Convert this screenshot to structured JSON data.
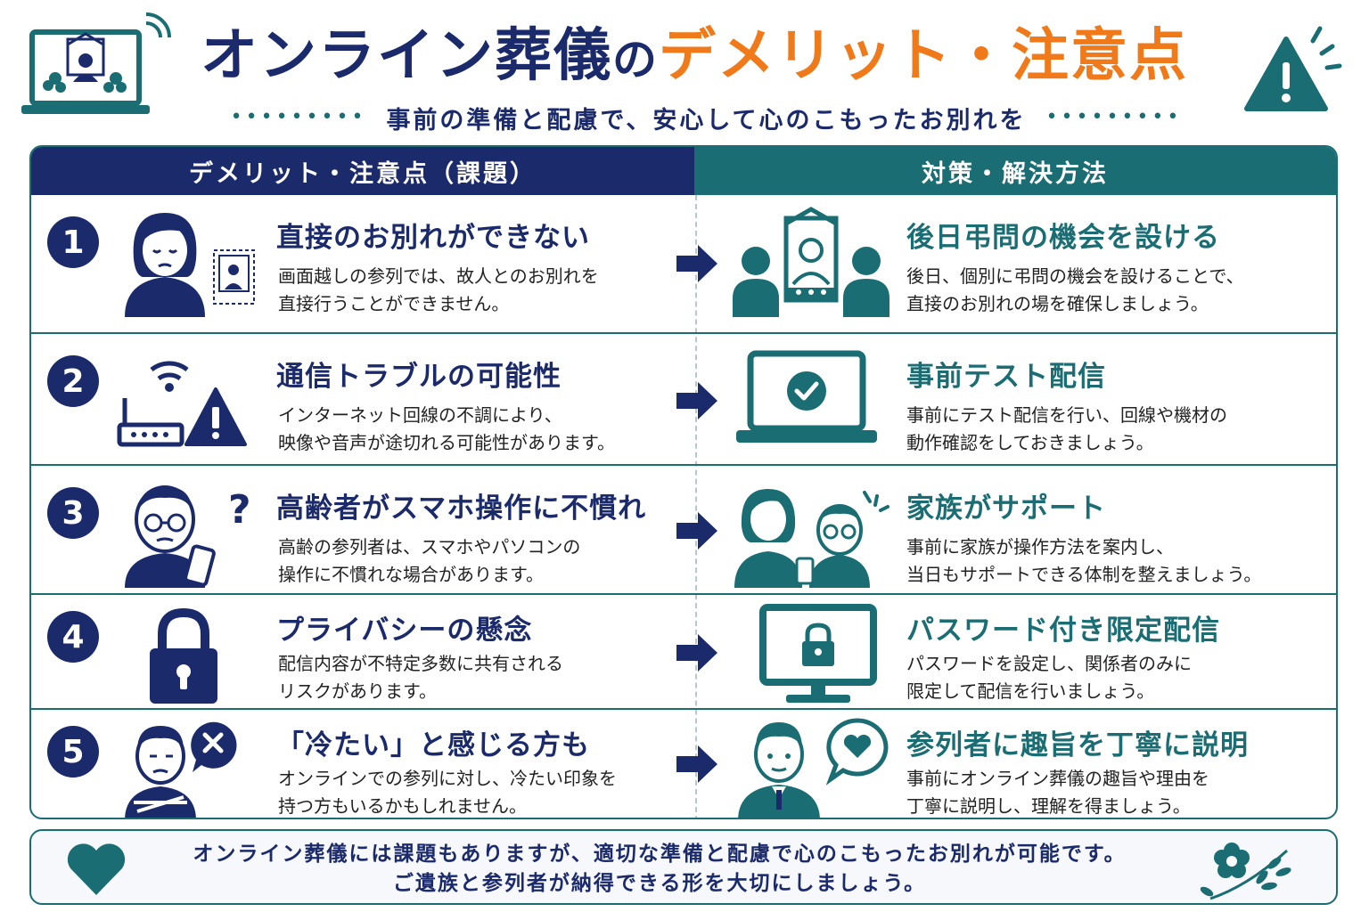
{
  "header": {
    "title_part1": "オンライン葬儀",
    "title_part2": "の",
    "title_part3": "デメリット・注意点",
    "subtitle": "事前の準備と配慮で、安心して心のこもったお別れを",
    "dots": "•••••••••",
    "icon_left": "laptop-memorial-icon",
    "icon_right": "warning-icon"
  },
  "table": {
    "left_header": "デメリット・注意点（課題）",
    "right_header": "対策・解決方法",
    "rows": [
      {
        "num": "1",
        "left_title": "直接のお別れができない",
        "left_desc": [
          "画面越しの参列では、故人とのお別れを",
          "直接行うことができません。"
        ],
        "right_title": "後日弔問の機会を設ける",
        "right_desc": [
          "後日、個別に弔問の機会を設けることで、",
          "直接のお別れの場を確保しましょう。"
        ],
        "left_icon": "sad-woman-icon",
        "right_icon": "memorial-visit-icon"
      },
      {
        "num": "2",
        "left_title": "通信トラブルの可能性",
        "left_desc": [
          "インターネット回線の不調により、",
          "映像や音声が途切れる可能性があります。"
        ],
        "right_title": "事前テスト配信",
        "right_desc": [
          "事前にテスト配信を行い、回線や機材の",
          "動作確認をしておきましょう。"
        ],
        "left_icon": "router-warning-icon",
        "right_icon": "laptop-check-icon"
      },
      {
        "num": "3",
        "left_title": "高齢者がスマホ操作に不慣れ",
        "left_desc": [
          "高齢の参列者は、スマホやパソコンの",
          "操作に不慣れな場合があります。"
        ],
        "right_title": "家族がサポート",
        "right_desc": [
          "事前に家族が操作方法を案内し、",
          "当日もサポートできる体制を整えましょう。"
        ],
        "left_icon": "elderly-phone-icon",
        "right_icon": "family-support-icon"
      },
      {
        "num": "4",
        "left_title": "プライバシーの懸念",
        "left_desc": [
          "配信内容が不特定多数に共有される",
          "リスクがあります。"
        ],
        "right_title": "パスワード付き限定配信",
        "right_desc": [
          "パスワードを設定し、関係者のみに",
          "限定して配信を行いましょう。"
        ],
        "left_icon": "padlock-icon",
        "right_icon": "monitor-lock-icon"
      },
      {
        "num": "5",
        "left_title": "「冷たい」と感じる方も",
        "left_desc": [
          "オンラインでの参列に対し、冷たい印象を",
          "持つ方もいるかもしれません。"
        ],
        "right_title": "参列者に趣旨を丁寧に説明",
        "right_desc": [
          "事前にオンライン葬儀の趣旨や理由を",
          "丁寧に説明し、理解を得ましょう。"
        ],
        "left_icon": "upset-man-icon",
        "right_icon": "explaining-man-icon"
      }
    ]
  },
  "footer": {
    "line1": "オンライン葬儀には課題もありますが、適切な準備と配慮で心のこもったお別れが可能です。",
    "line2": "ご遺族と参列者が納得できる形を大切にしましょう。",
    "icon_left": "heart-icon",
    "icon_right": "flower-icon"
  },
  "colors": {
    "navy": "#1b2a6b",
    "teal": "#1a6d73",
    "orange": "#f07a1a"
  }
}
